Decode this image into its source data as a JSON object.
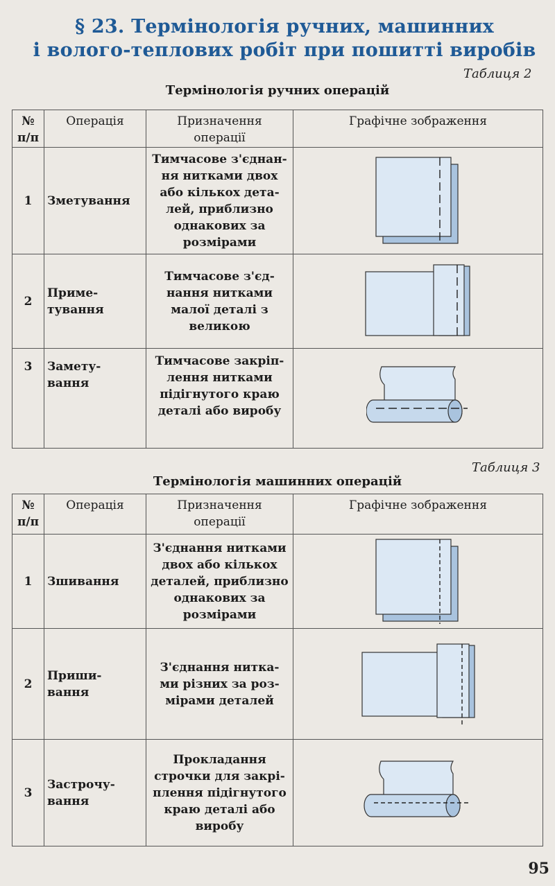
{
  "title_line1": "§ 23. Термінологія ручних, машинних",
  "title_line2": "і волого-теплових робіт при пошитті виробів",
  "table2": {
    "label": "Таблиця 2",
    "caption": "Термінологія ручних операцій",
    "headers": {
      "num": "№\nп/п",
      "operation": "Операція",
      "purpose": "Призначення\nоперації",
      "graphic": "Графічне зображення"
    },
    "rows": [
      {
        "num": "1",
        "operation": "Зметування",
        "purpose": "Тимчасове з'єднан-\nня нитками двох\nабо кількох дета-\nлей, приблизно\nоднакових за\nрозмірами",
        "graphic_icon": "two-overlapping-pieces-basting-icon"
      },
      {
        "num": "2",
        "operation": "Приме-\nтування",
        "purpose": "Тимчасове з'єд-\nнання нитками\nмалої деталі з\nвеликою",
        "graphic_icon": "small-piece-on-large-basting-icon"
      },
      {
        "num": "3",
        "operation": "Замету-\nвання",
        "purpose": "Тимчасове закріп-\nлення нитками\nпідігнутого краю\nдеталі або виробу",
        "graphic_icon": "folded-edge-basting-icon"
      }
    ]
  },
  "table3": {
    "label": "Таблиця 3",
    "caption": "Термінологія машинних операцій",
    "headers": {
      "num": "№\nп/п",
      "operation": "Операція",
      "purpose": "Призначення\nоперації",
      "graphic": "Графічне зображення"
    },
    "rows": [
      {
        "num": "1",
        "operation": "Зшивання",
        "purpose": "З'єднання нитками\nдвох або кількох\nдеталей, приблизно\nоднакових за\nрозмірами",
        "graphic_icon": "two-pieces-machine-stitch-icon"
      },
      {
        "num": "2",
        "operation": "Приши-\nвання",
        "purpose": "З'єднання нитка-\nми різних за роз-\nмірами деталей",
        "graphic_icon": "small-piece-on-large-machine-stitch-icon"
      },
      {
        "num": "3",
        "operation": "Застрочу-\nвання",
        "purpose": "Прокладання\nстрочки для закрі-\nплення підігнутого\nкраю деталі або\nвиробу",
        "graphic_icon": "folded-edge-machine-stitch-icon"
      }
    ]
  },
  "page_number": "95",
  "colors": {
    "title": "#1f5a96",
    "fabric_light": "#dce8f4",
    "fabric_dark": "#a9c3de",
    "border": "#555555"
  }
}
